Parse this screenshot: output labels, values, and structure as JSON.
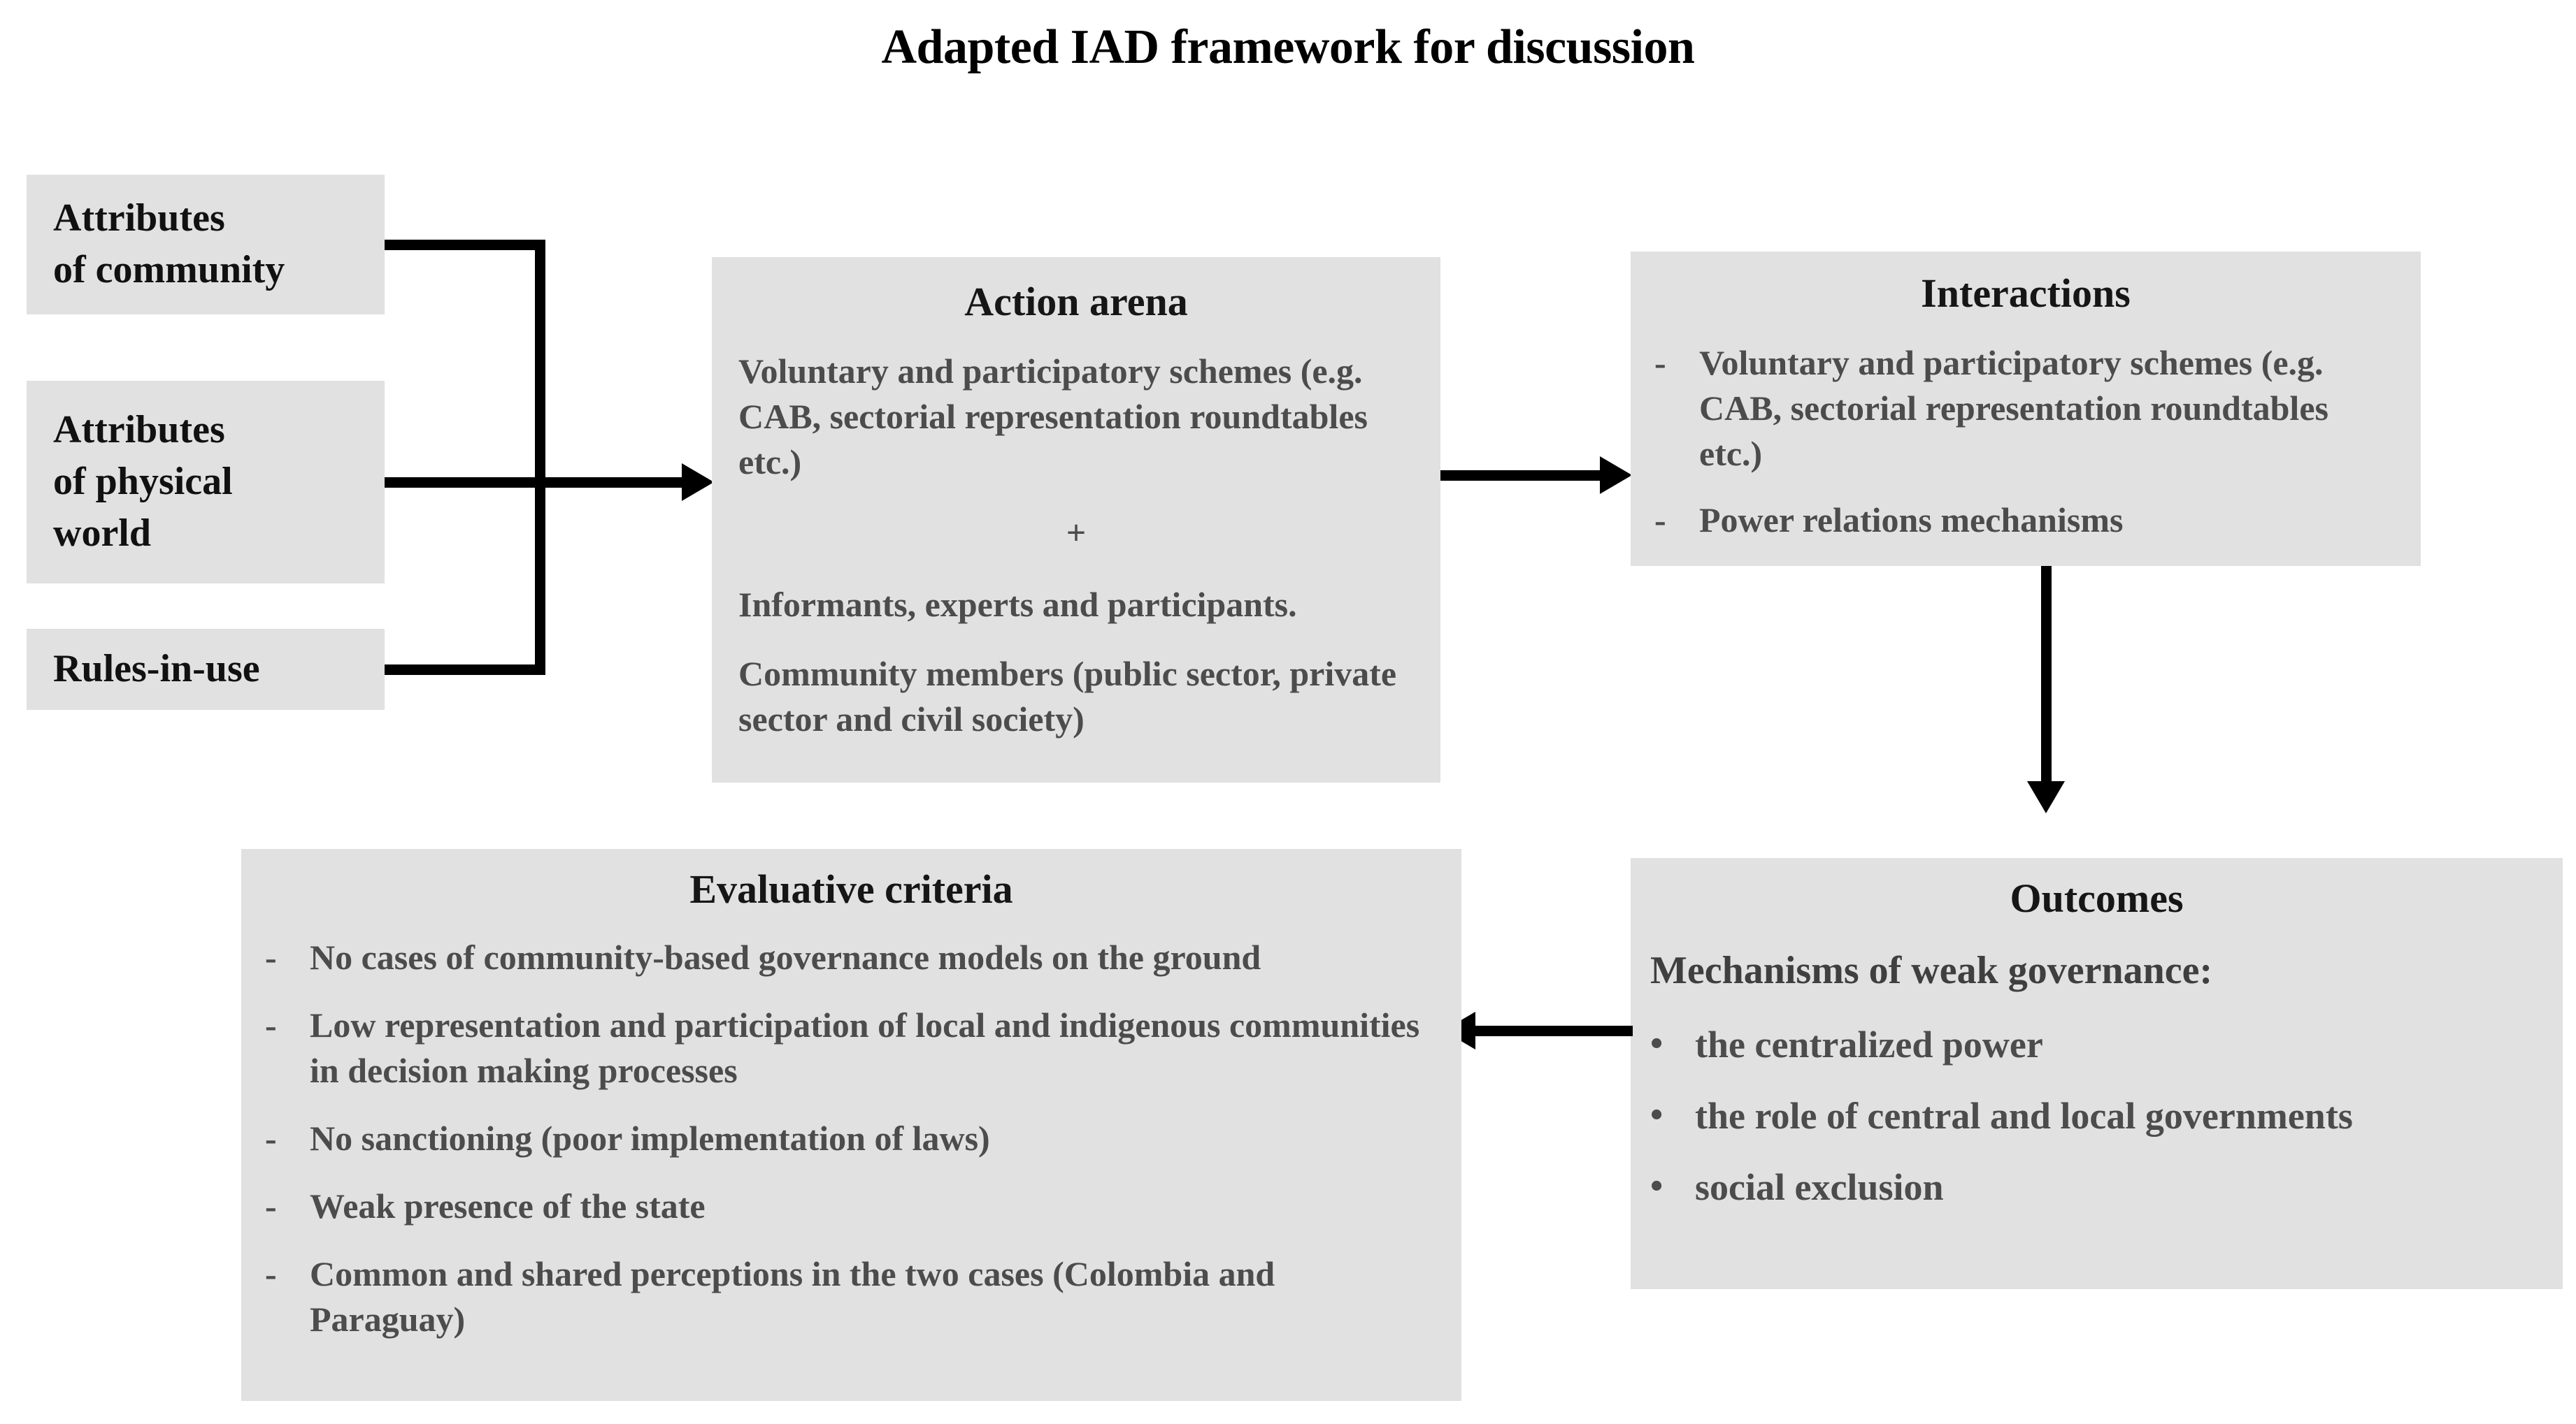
{
  "title": "Adapted IAD framework for discussion",
  "colors": {
    "box_fill": "#e1e1e1",
    "heading_text": "#161616",
    "body_text": "#4c4c4c",
    "connector": "#000000",
    "page_background": "#ffffff"
  },
  "inputs": {
    "attributes_of_community": "Attributes\nof community",
    "attributes_of_community_line1": "Attributes",
    "attributes_of_community_line2": "of community",
    "attributes_of_physical_world_line1": "Attributes",
    "attributes_of_physical_world_line2": "of physical",
    "attributes_of_physical_world_line3": "world",
    "rules_in_use": "Rules-in-use"
  },
  "action_arena": {
    "heading": "Action arena",
    "paragraph_1": "Voluntary and participatory schemes (e.g. CAB, sectorial representation roundtables etc.)",
    "separator": "+",
    "paragraph_2": "Informants, experts and participants.",
    "paragraph_3": "Community members (public sector, private sector and civil society)"
  },
  "interactions": {
    "heading": "Interactions",
    "bullet_marker": "-",
    "items": [
      "Voluntary and participatory schemes (e.g. CAB, sectorial representation roundtables etc.)",
      "Power relations mechanisms"
    ]
  },
  "outcomes": {
    "heading": "Outcomes",
    "subheading": "Mechanisms of weak governance:",
    "bullet_marker": "•",
    "items": [
      "the centralized power",
      "the role of central and local governments",
      "social exclusion"
    ]
  },
  "evaluative_criteria": {
    "heading": "Evaluative criteria",
    "bullet_marker": "-",
    "items": [
      "No cases of community-based governance models on the ground",
      "Low representation and participation of local and indigenous communities in decision making processes",
      "No sanctioning (poor implementation of laws)",
      "Weak presence of the state",
      "Common and shared perceptions in the two cases (Colombia and Paraguay)"
    ]
  },
  "connectors": [
    {
      "name": "inputs-bracket-to-action-arena",
      "from": "attributes/rules boxes",
      "to": "Action arena",
      "direction": "right"
    },
    {
      "name": "action-arena-to-interactions",
      "from": "Action arena",
      "to": "Interactions",
      "direction": "right"
    },
    {
      "name": "interactions-to-outcomes",
      "from": "Interactions",
      "to": "Outcomes",
      "direction": "down"
    },
    {
      "name": "outcomes-to-evaluative-criteria",
      "from": "Outcomes",
      "to": "Evaluative criteria",
      "direction": "left"
    }
  ]
}
